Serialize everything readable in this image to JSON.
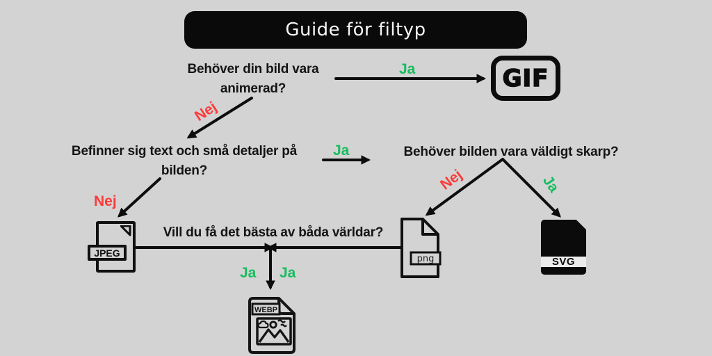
{
  "title": "Guide för filtyp",
  "palette": {
    "background": "#d3d3d3",
    "ink": "#0d0d0d",
    "yes_green": "#16bd5e",
    "no_red": "#fb3a3a",
    "title_bg": "#0a0a0a",
    "title_text": "#f5f5f5"
  },
  "labels": {
    "yes": "Ja",
    "no": "Nej"
  },
  "questions": {
    "animated": "Behöver din bild vara\nanimerad?",
    "details": "Befinner sig text och små detaljer på\nbilden?",
    "sharp": "Behöver bilden vara väldigt skarp?",
    "best_of_both": "Vill du få det bästa av båda världar?"
  },
  "filetypes": {
    "gif": "GIF",
    "jpeg": "JPEG",
    "png": "png",
    "svg": "SVG",
    "webp": "WEBP"
  },
  "edges": [
    {
      "from": "animated",
      "answer": "Ja",
      "to": "gif"
    },
    {
      "from": "animated",
      "answer": "Nej",
      "to": "details"
    },
    {
      "from": "details",
      "answer": "Ja",
      "to": "sharp"
    },
    {
      "from": "details",
      "answer": "Nej",
      "to": "jpeg"
    },
    {
      "from": "sharp",
      "answer": "Nej",
      "to": "png"
    },
    {
      "from": "sharp",
      "answer": "Ja",
      "to": "svg"
    },
    {
      "from": "best_of_both",
      "answer": "Ja / Ja",
      "to": "webp"
    }
  ]
}
